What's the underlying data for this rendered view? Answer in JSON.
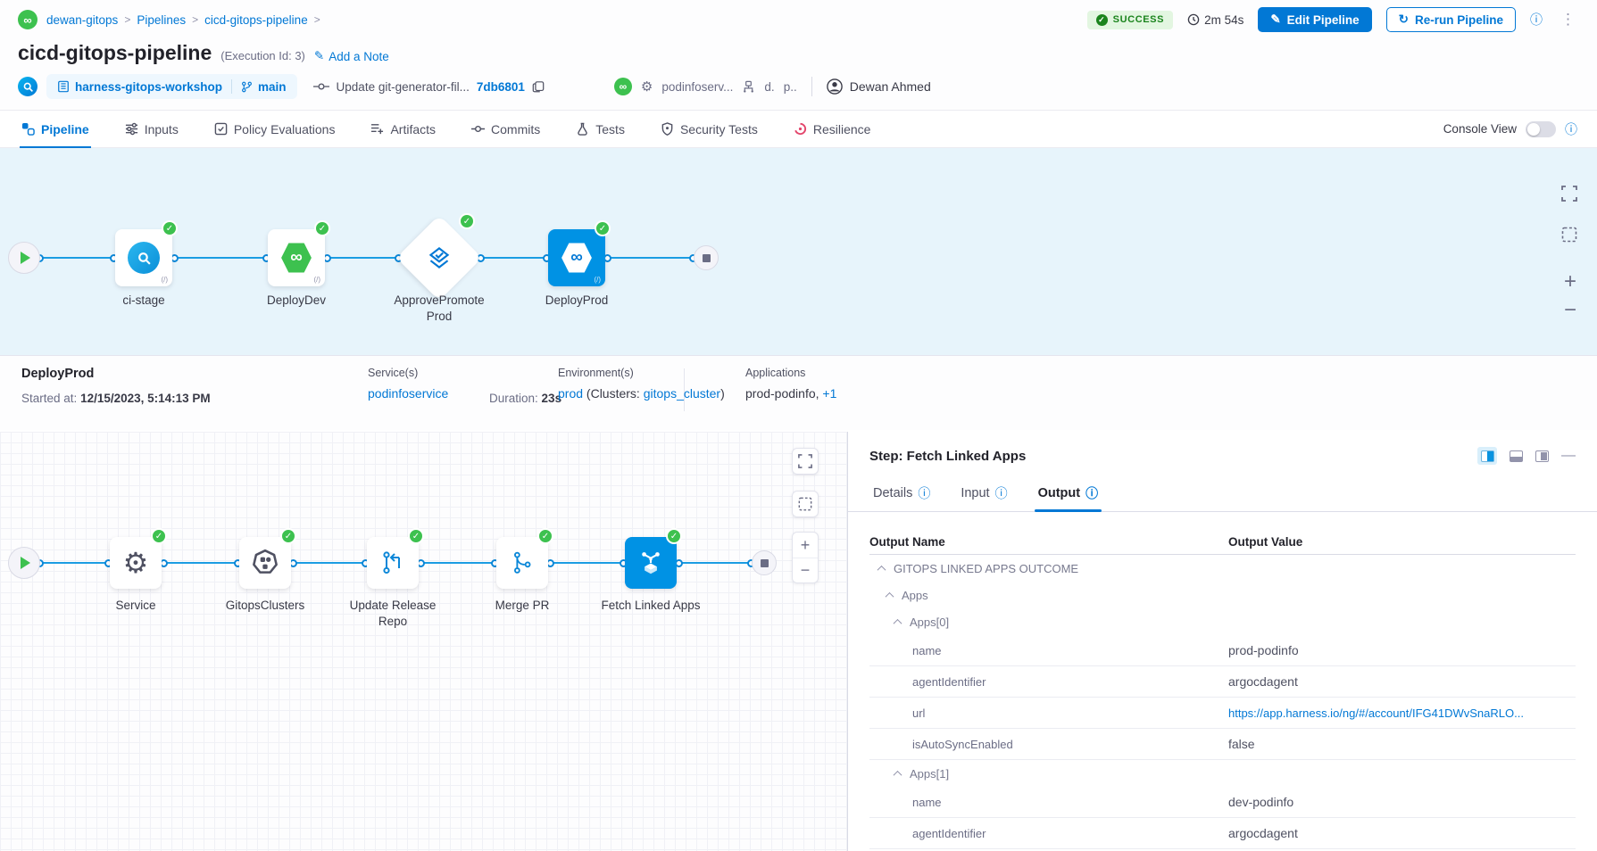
{
  "breadcrumb": {
    "items": [
      "dewan-gitops",
      "Pipelines",
      "cicd-gitops-pipeline"
    ]
  },
  "header": {
    "status_label": "SUCCESS",
    "duration": "2m 54s",
    "edit_button": "Edit Pipeline",
    "rerun_button": "Re-run Pipeline",
    "title": "cicd-gitops-pipeline",
    "execution_id": "(Execution Id: 3)",
    "add_note": "Add a Note",
    "repo": "harness-gitops-workshop",
    "branch": "main",
    "commit_message": "Update git-generator-fil...",
    "commit_sha": "7db6801",
    "service_short": "podinfoserv...",
    "env_short_a": "d.",
    "env_short_b": "p..",
    "user_name": "Dewan Ahmed",
    "console_view_label": "Console View"
  },
  "tabs": [
    {
      "label": "Pipeline",
      "icon": "pipeline",
      "active": true
    },
    {
      "label": "Inputs",
      "icon": "inputs",
      "active": false
    },
    {
      "label": "Policy Evaluations",
      "icon": "policy",
      "active": false
    },
    {
      "label": "Artifacts",
      "icon": "artifacts",
      "active": false
    },
    {
      "label": "Commits",
      "icon": "commits",
      "active": false
    },
    {
      "label": "Tests",
      "icon": "tests",
      "active": false
    },
    {
      "label": "Security Tests",
      "icon": "security",
      "active": false
    },
    {
      "label": "Resilience",
      "icon": "resilience",
      "active": false
    }
  ],
  "stage_graph": {
    "stages": [
      {
        "label": "ci-stage",
        "icon": "ci",
        "shape": "card",
        "selected": false
      },
      {
        "label": "DeployDev",
        "icon": "gitops-green",
        "shape": "card",
        "selected": false
      },
      {
        "label": "ApprovePromoteProd",
        "icon": "approval",
        "shape": "diamond",
        "selected": false
      },
      {
        "label": "DeployProd",
        "icon": "gitops-blue",
        "shape": "card",
        "selected": true
      }
    ]
  },
  "details": {
    "stage_name": "DeployProd",
    "started_label": "Started at:",
    "started_value": "12/15/2023, 5:14:13 PM",
    "duration_label": "Duration:",
    "duration_value": "23s",
    "services_label": "Service(s)",
    "service_value": "podinfoservice",
    "environments_label": "Environment(s)",
    "env_name": "prod",
    "env_mid": " (Clusters: ",
    "env_cluster": "gitops_cluster",
    "env_suffix": ")",
    "applications_label": "Applications",
    "applications_value": "prod-podinfo,",
    "applications_more": "+1"
  },
  "step_graph": {
    "steps": [
      {
        "label": "Service",
        "icon": "gear",
        "selected": false
      },
      {
        "label": "GitopsClusters",
        "icon": "clusters",
        "selected": false
      },
      {
        "label": "Update Release Repo",
        "icon": "updaterepo",
        "selected": false
      },
      {
        "label": "Merge PR",
        "icon": "mergepr",
        "selected": false
      },
      {
        "label": "Fetch Linked Apps",
        "icon": "fetchapps",
        "selected": true
      }
    ]
  },
  "step_panel": {
    "title": "Step: Fetch Linked Apps",
    "tabs": [
      {
        "label": "Details",
        "active": false
      },
      {
        "label": "Input",
        "active": false
      },
      {
        "label": "Output",
        "active": true
      }
    ],
    "table": {
      "col_name": "Output Name",
      "col_value": "Output Value",
      "rows": [
        {
          "type": "group",
          "level": 0,
          "label": "GITOPS LINKED APPS OUTCOME"
        },
        {
          "type": "group",
          "level": 1,
          "label": "Apps"
        },
        {
          "type": "group",
          "level": 2,
          "label": "Apps[0]"
        },
        {
          "type": "kv",
          "key": "name",
          "value": "prod-podinfo",
          "link": false
        },
        {
          "type": "kv",
          "key": "agentIdentifier",
          "value": "argocdagent",
          "link": false
        },
        {
          "type": "kv",
          "key": "url",
          "value": "https://app.harness.io/ng/#/account/IFG41DWvSnaRLO...",
          "link": true
        },
        {
          "type": "kv",
          "key": "isAutoSyncEnabled",
          "value": "false",
          "link": false
        },
        {
          "type": "group",
          "level": 2,
          "label": "Apps[1]"
        },
        {
          "type": "kv",
          "key": "name",
          "value": "dev-podinfo",
          "link": false
        },
        {
          "type": "kv",
          "key": "agentIdentifier",
          "value": "argocdagent",
          "link": false
        }
      ]
    }
  },
  "colors": {
    "accent": "#0278d5",
    "success_green": "#3dc14f",
    "selected_node": "#0092e4"
  }
}
